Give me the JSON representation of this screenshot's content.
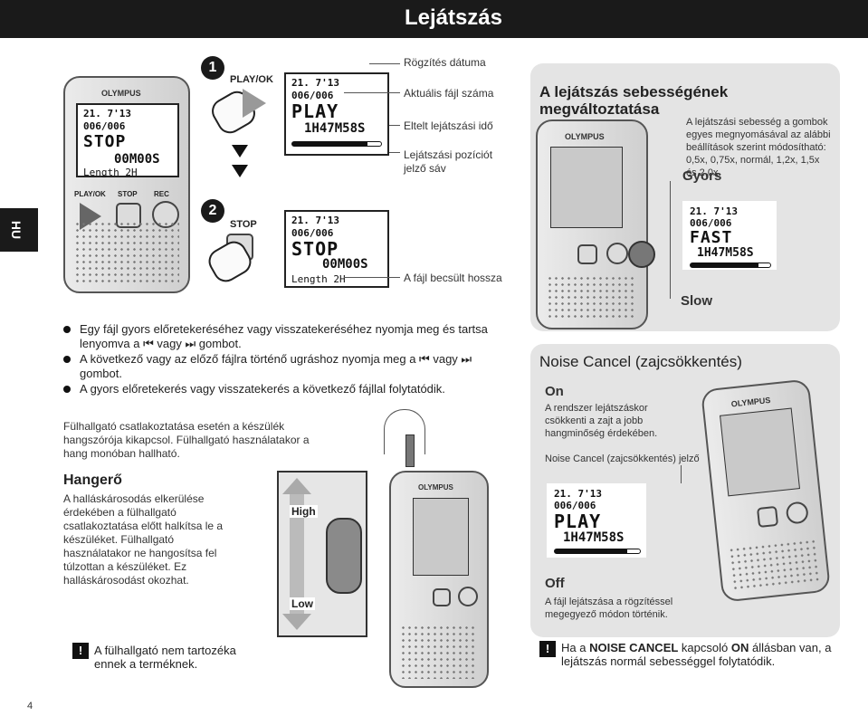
{
  "header": {
    "title": "Lejátszás"
  },
  "lang_tab": "HU",
  "step1": {
    "num": "1",
    "button": "PLAY/OK"
  },
  "step2": {
    "num": "2",
    "button": "STOP"
  },
  "device_left": {
    "logo": "OLYMPUS",
    "lcd_date": "21. 7'13",
    "lcd_file": "006/006",
    "lcd_mode": "STOP",
    "lcd_time": "00M00S",
    "lcd_length": "Length 2H",
    "buttons": [
      "PLAY/OK",
      "STOP",
      "REC"
    ]
  },
  "lcd_play": {
    "date": "21. 7'13",
    "file": "006/006",
    "mode": "PLAY",
    "time": "1H47M58S",
    "progress": 0.85
  },
  "lcd_stop": {
    "date": "21. 7'13",
    "file": "006/006",
    "mode": "STOP",
    "time": "00M00S",
    "length": "Length 2H"
  },
  "callouts": {
    "date": "Rögzítés dátuma",
    "file_no": "Aktuális fájl száma",
    "elapsed": "Eltelt lejátszási idő",
    "position": "Lejátszási pozíciót jelző sáv",
    "length": "A fájl becsült hossza"
  },
  "bullets": [
    "Egy fájl gyors előretekeréséhez vagy visszatekeréséhez nyomja meg és tartsa lenyomva a ⏮ vagy ⏭ gombot.",
    "A következő vagy az előző fájlra történő ugráshoz nyomja meg a ⏮ vagy ⏭ gombot.",
    "A gyors előretekerés vagy visszatekerés a következő fájllal folytatódik."
  ],
  "earphone_text": "Fülhallgató csatlakoztatása esetén a készülék hangszórója kikapcsol. Fülhallgató használatakor a hang monóban hallható.",
  "volume": {
    "title": "Hangerő",
    "text": "A halláskárosodás elkerülése érdekében a fülhallgató csatlakoztatása előtt halkítsa le a készüléket. Fülhallgató használatakor ne hangosítsa fel túlzottan a készüléket. Ez halláskárosodást okozhat.",
    "high": "High",
    "low": "Low"
  },
  "note_left": {
    "icon": "!",
    "text": "A fülhallgató nem tartozéka ennek a terméknek."
  },
  "speed_panel": {
    "title_line1": "A lejátszás sebességének",
    "title_line2": "megváltoztatása",
    "text": "A lejátszási sebesség a gombok egyes megnyomásával az alábbi beállítások szerint módosítható: 0,5x, 0,75x, normál, 1,2x, 1,5x és 2,0x.",
    "fast_label": "Gyors",
    "slow_label": "Slow",
    "lcd": {
      "date": "21. 7'13",
      "file": "006/006",
      "mode": "FAST",
      "time": "1H47M58S"
    }
  },
  "noise_panel": {
    "title": "Noise Cancel (zajcsökkentés)",
    "on_label": "On",
    "on_text": "A rendszer lejátszáskor csökkenti a zajt a jobb hangminőség érdekében.",
    "indicator": "Noise Cancel (zajcsökkentés) jelző",
    "lcd": {
      "date": "21. 7'13",
      "file": "006/006",
      "mode": "PLAY",
      "time": "1H47M58S"
    },
    "off_label": "Off",
    "off_text": "A fájl lejátszása a rögzítéssel megegyező módon történik."
  },
  "note_right": {
    "icon": "!",
    "pre": "Ha a ",
    "bold1": "NOISE CANCEL",
    "mid": " kapcsoló ",
    "bold2": "ON",
    "post": " állásban van, a lejátszás normál sebességgel folytatódik."
  },
  "page_number": "4"
}
